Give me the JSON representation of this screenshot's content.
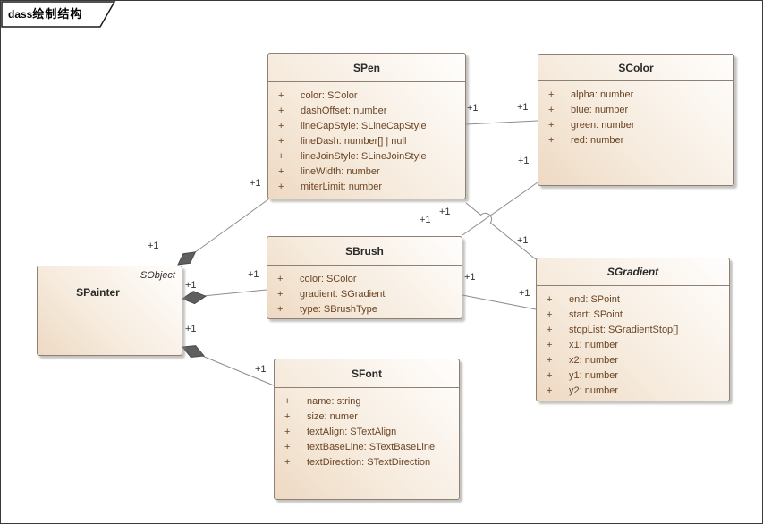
{
  "tab": {
    "prefix": "dass",
    "title": "绘制结构"
  },
  "classes": [
    {
      "name": "SPen",
      "abstract": false,
      "stereotype": "",
      "attributes": [
        {
          "visibility": "+",
          "signature": "color: SColor"
        },
        {
          "visibility": "+",
          "signature": "dashOffset: number"
        },
        {
          "visibility": "+",
          "signature": "lineCapStyle: SLineCapStyle"
        },
        {
          "visibility": "+",
          "signature": "lineDash: number[] | null"
        },
        {
          "visibility": "+",
          "signature": "lineJoinStyle: SLineJoinStyle"
        },
        {
          "visibility": "+",
          "signature": "lineWidth: number"
        },
        {
          "visibility": "+",
          "signature": "miterLimit: number"
        }
      ]
    },
    {
      "name": "SColor",
      "abstract": false,
      "stereotype": "",
      "attributes": [
        {
          "visibility": "+",
          "signature": "alpha: number"
        },
        {
          "visibility": "+",
          "signature": "blue: number"
        },
        {
          "visibility": "+",
          "signature": "green: number"
        },
        {
          "visibility": "+",
          "signature": "red: number"
        }
      ]
    },
    {
      "name": "SBrush",
      "abstract": false,
      "stereotype": "",
      "attributes": [
        {
          "visibility": "+",
          "signature": "color: SColor"
        },
        {
          "visibility": "+",
          "signature": "gradient: SGradient"
        },
        {
          "visibility": "+",
          "signature": "type: SBrushType"
        }
      ]
    },
    {
      "name": "SGradient",
      "abstract": true,
      "stereotype": "",
      "attributes": [
        {
          "visibility": "+",
          "signature": "end: SPoint"
        },
        {
          "visibility": "+",
          "signature": "start: SPoint"
        },
        {
          "visibility": "+",
          "signature": "stopList: SGradientStop[]"
        },
        {
          "visibility": "+",
          "signature": "x1: number"
        },
        {
          "visibility": "+",
          "signature": "x2: number"
        },
        {
          "visibility": "+",
          "signature": "y1: number"
        },
        {
          "visibility": "+",
          "signature": "y2: number"
        }
      ]
    },
    {
      "name": "SFont",
      "abstract": false,
      "stereotype": "",
      "attributes": [
        {
          "visibility": "+",
          "signature": "name: string"
        },
        {
          "visibility": "+",
          "signature": "size: numer"
        },
        {
          "visibility": "+",
          "signature": "textAlign: STextAlign"
        },
        {
          "visibility": "+",
          "signature": "textBaseLine: STextBaseLine"
        },
        {
          "visibility": "+",
          "signature": "textDirection: STextDirection"
        }
      ]
    },
    {
      "name": "SPainter",
      "abstract": false,
      "stereotype": "SObject",
      "attributes": []
    }
  ],
  "relationships": [
    {
      "source": "SPainter",
      "target": "SPen",
      "type": "composition",
      "source_multiplicity": "+1",
      "target_multiplicity": "+1"
    },
    {
      "source": "SPainter",
      "target": "SBrush",
      "type": "composition",
      "source_multiplicity": "+1",
      "target_multiplicity": "+1"
    },
    {
      "source": "SPainter",
      "target": "SFont",
      "type": "composition",
      "source_multiplicity": "+1",
      "target_multiplicity": "+1"
    },
    {
      "source": "SPen",
      "target": "SColor",
      "type": "association",
      "source_multiplicity": "+1",
      "target_multiplicity": "+1"
    },
    {
      "source": "SBrush",
      "target": "SColor",
      "type": "association",
      "source_multiplicity": "+1",
      "target_multiplicity": "+1"
    },
    {
      "source": "SPen",
      "target": "SGradient",
      "type": "association",
      "source_multiplicity": "+1",
      "target_multiplicity": "+1"
    },
    {
      "source": "SBrush",
      "target": "SGradient",
      "type": "association",
      "source_multiplicity": "+1",
      "target_multiplicity": "+1"
    }
  ],
  "colors": {
    "box_fill_dark": "#eed9c3",
    "box_fill_light": "#fffefd",
    "box_border": "#8e8074",
    "connector_line": "#8c8c8c",
    "diamond_fill": "#5f5f5f",
    "attribute_text": "#6b4423",
    "title_text": "#2b2b2b",
    "multiplicity_text": "#333333"
  }
}
